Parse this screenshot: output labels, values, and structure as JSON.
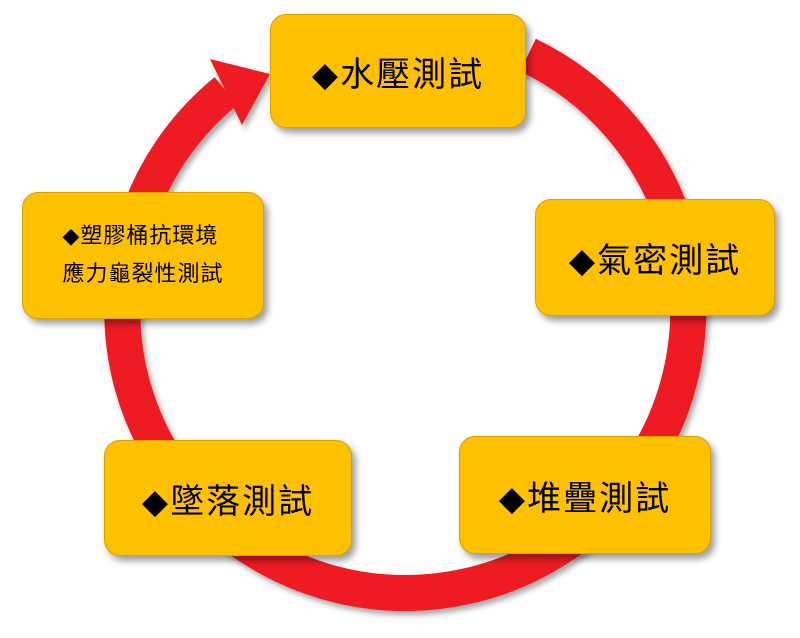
{
  "diagram": {
    "colors": {
      "ring": "#EE1B24",
      "box_fill": "#FFC000",
      "box_border": "#D9A300",
      "text": "#000000"
    },
    "steps": [
      {
        "label": "◆水壓測試"
      },
      {
        "label": "◆氣密測試"
      },
      {
        "label": "◆堆疊測試"
      },
      {
        "label": "◆墜落測試"
      },
      {
        "label_line1": "◆塑膠桶抗環境",
        "label_line2": "應力龜裂性測試"
      }
    ]
  }
}
